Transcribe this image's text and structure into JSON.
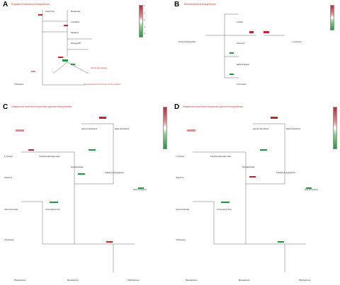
{
  "panels": {
    "a": {
      "label": "A",
      "title": "Ergosterol backbone biosynthesis",
      "side_labels": [
        "Cholesterol",
        "Lanosterol",
        "Squalene",
        "Farnesyl-PP",
        "Mevalonate",
        "Acetyl-CoA"
      ],
      "notes": [
        "Steroid biosynthesis",
        "Sesquiterpenoid and triterpenoid biosynthesis"
      ]
    },
    "b": {
      "label": "B",
      "title": "Monoterpenoid biosynthesis",
      "side_labels": [
        "Geranyl diphosphate",
        "Limonene",
        "(-)-Carvone",
        "Linalool",
        "alpha-Terpineol",
        "1,8-Cineole"
      ]
    },
    "c": {
      "label": "C",
      "title": "Ubiquinone and other terpenoid-quinone biosynthesis",
      "side_labels": [
        "L-Tyrosine",
        "4-Hydroxyphenylpyruvate",
        "Homogentisate",
        "2-Methyl-6-phytylquinol",
        "gamma-Tocopherol",
        "alpha-Tocopherol",
        "Vitamin E",
        "beta-Tocopherol",
        "trans-Cinnamate",
        "4-Coumaroyl-CoA",
        "Chorismate",
        "Phylloquinone",
        "Plastoquinone",
        "Menaquinone"
      ]
    },
    "d": {
      "label": "D",
      "title": "Ubiquinone and other terpenoid-quinone biosynthesis",
      "side_labels": [
        "L-Tyrosine",
        "4-Hydroxyphenylpyruvate",
        "Homogentisate",
        "2-Methyl-6-phytylquinol",
        "gamma-Tocopherol",
        "alpha-Tocopherol",
        "Vitamin E",
        "beta-Tocopherol",
        "trans-Cinnamate",
        "4-Coumaroyl-CoA",
        "Chorismate",
        "Phylloquinone",
        "Plastoquinone",
        "Menaquinone"
      ]
    }
  },
  "colorbar_ticks": [
    "4",
    "2",
    "0",
    "-2",
    "-4"
  ],
  "colors": {
    "up": "#c8232c",
    "down": "#1f9a3b",
    "title": "#d23a2a"
  }
}
